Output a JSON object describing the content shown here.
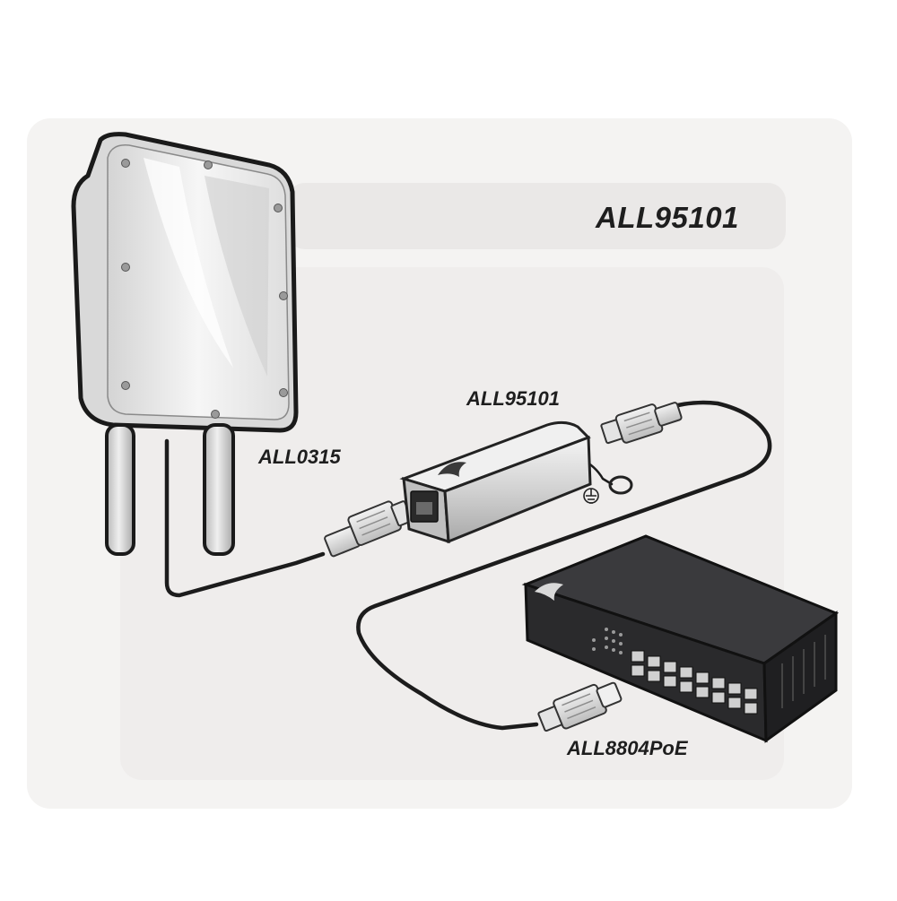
{
  "labels": {
    "title": "ALL95101",
    "access_point": "ALL0315",
    "surge_arrester": "ALL95101",
    "switch": "ALL8804PoE"
  },
  "colors": {
    "background": "#ffffff",
    "panel": "#efedec",
    "cable": "#1c1c1c",
    "enclosure": "#ebebeb",
    "switch_body": "#2c2c2e",
    "arrester_body": "#d8d8d8"
  },
  "icons": [
    "ground-symbol-icon",
    "bird-logo-icon"
  ],
  "switch_ports": 8
}
